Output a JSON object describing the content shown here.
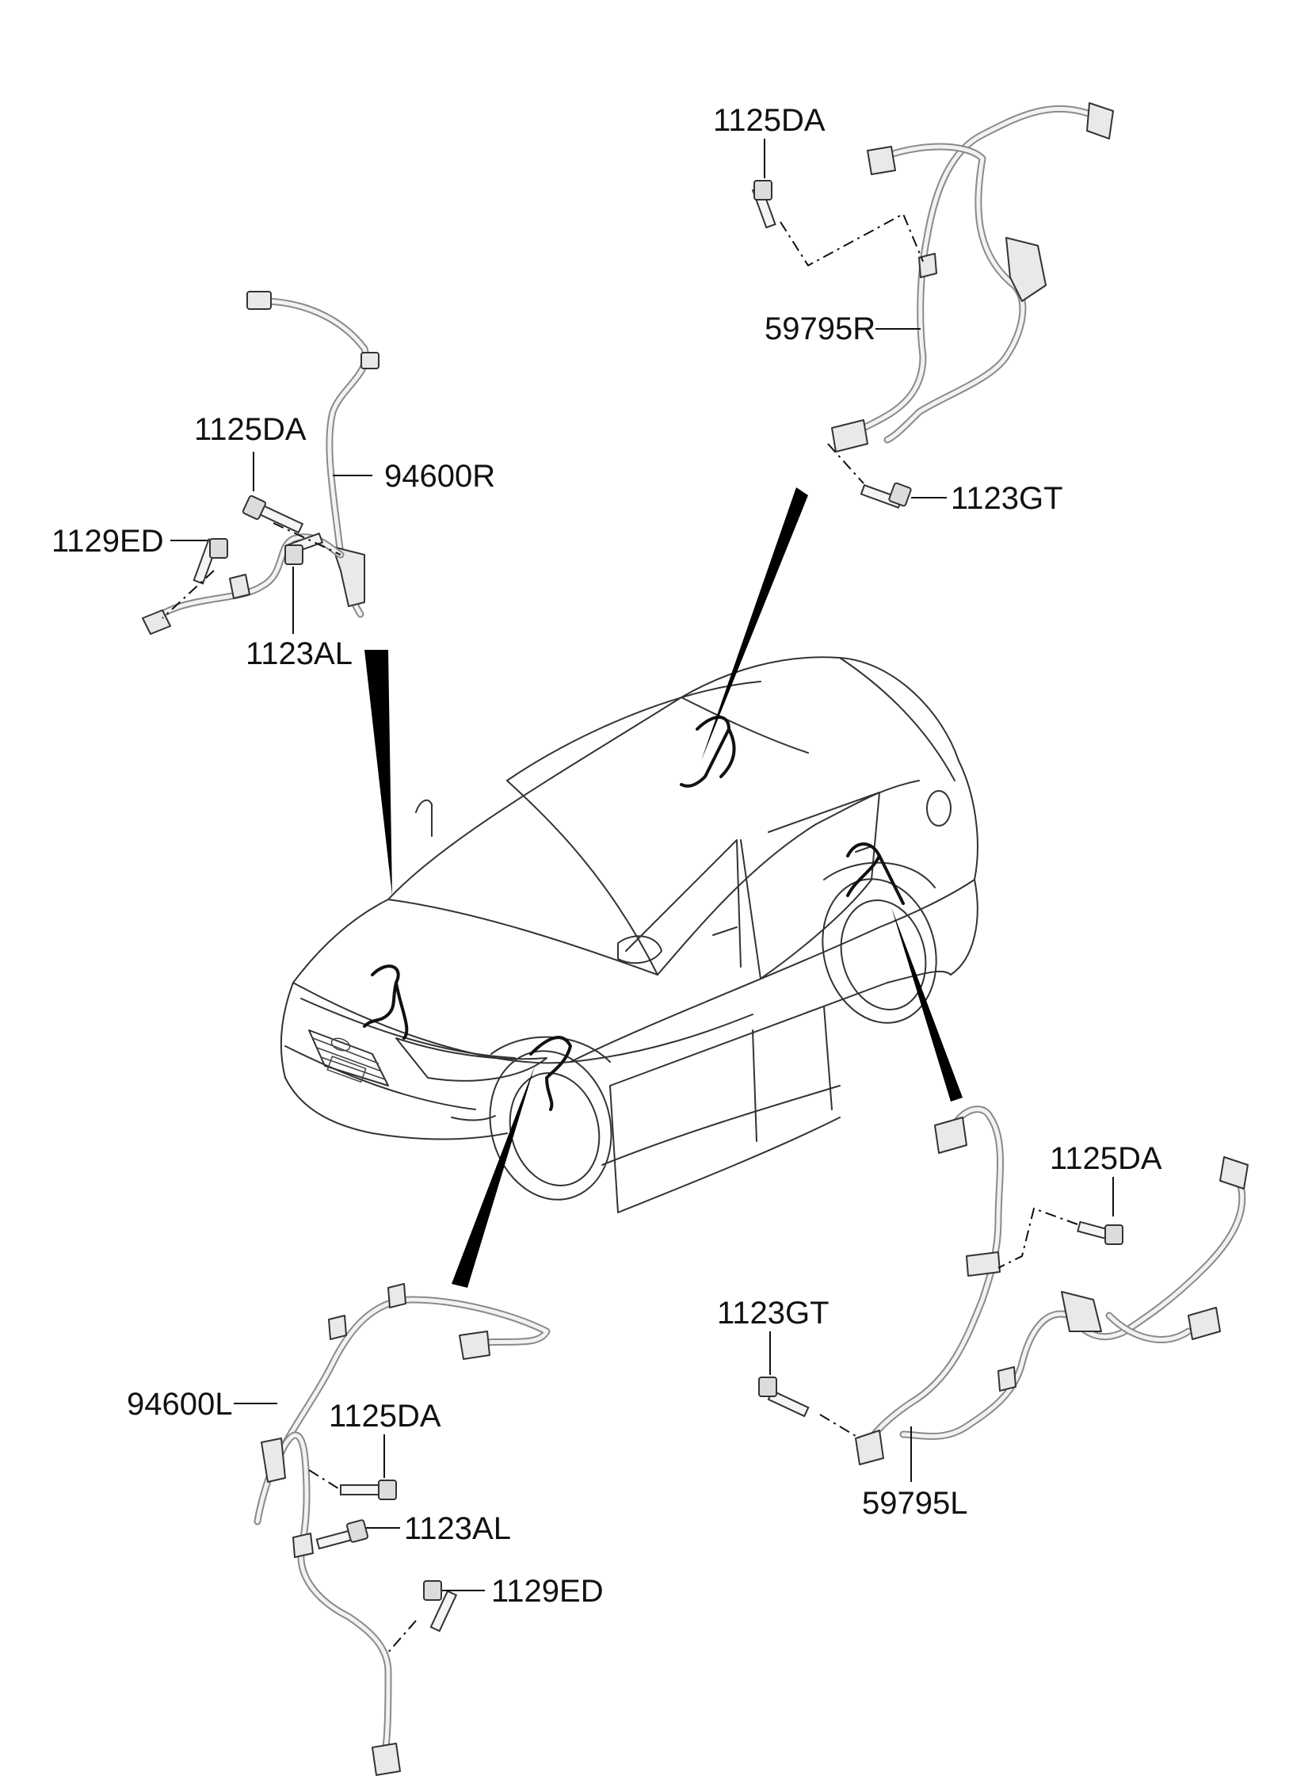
{
  "labels": {
    "rr_bolt_top": "1125DA",
    "rr_harness": "59795R",
    "rr_bolt_bottom": "1123GT",
    "fr_bolt_a": "1125DA",
    "fr_sensor": "94600R",
    "fr_bolt_b": "1129ED",
    "fr_bolt_c": "1123AL",
    "rl_bolt_top": "1125DA",
    "rl_bolt_left": "1123GT",
    "rl_harness": "59795L",
    "fl_sensor": "94600L",
    "fl_bolt_a": "1125DA",
    "fl_bolt_c": "1123AL",
    "fl_bolt_b": "1129ED"
  },
  "colors": {
    "background": "#ffffff",
    "linework": "#333333",
    "callout_pointer": "#000000",
    "part_fill": "#e9e9e9"
  }
}
